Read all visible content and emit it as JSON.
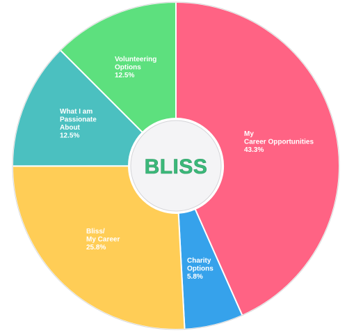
{
  "chart_data": {
    "type": "pie",
    "variant": "doughnut",
    "center_label": "BLISS",
    "center_label_color": "#3cb87a",
    "slices": [
      {
        "label_lines": [
          "My",
          "Career Opportunities"
        ],
        "value_label": "43.3%",
        "value": 43.3,
        "color": "#ff6384"
      },
      {
        "label_lines": [
          "Charity",
          "Options"
        ],
        "value_label": "5.8%",
        "value": 5.8,
        "color": "#36a2eb"
      },
      {
        "label_lines": [
          "Bliss/",
          "My Career"
        ],
        "value_label": "25.8%",
        "value": 25.8,
        "color": "#ffcd56"
      },
      {
        "label_lines": [
          "What I am",
          "Passionate",
          "About"
        ],
        "value_label": "12.5%",
        "value": 12.5,
        "color": "#4bc0c0"
      },
      {
        "label_lines": [
          "Volunteering",
          "Options"
        ],
        "value_label": "12.5%",
        "value": 12.5,
        "color": "#5de07e"
      }
    ]
  }
}
